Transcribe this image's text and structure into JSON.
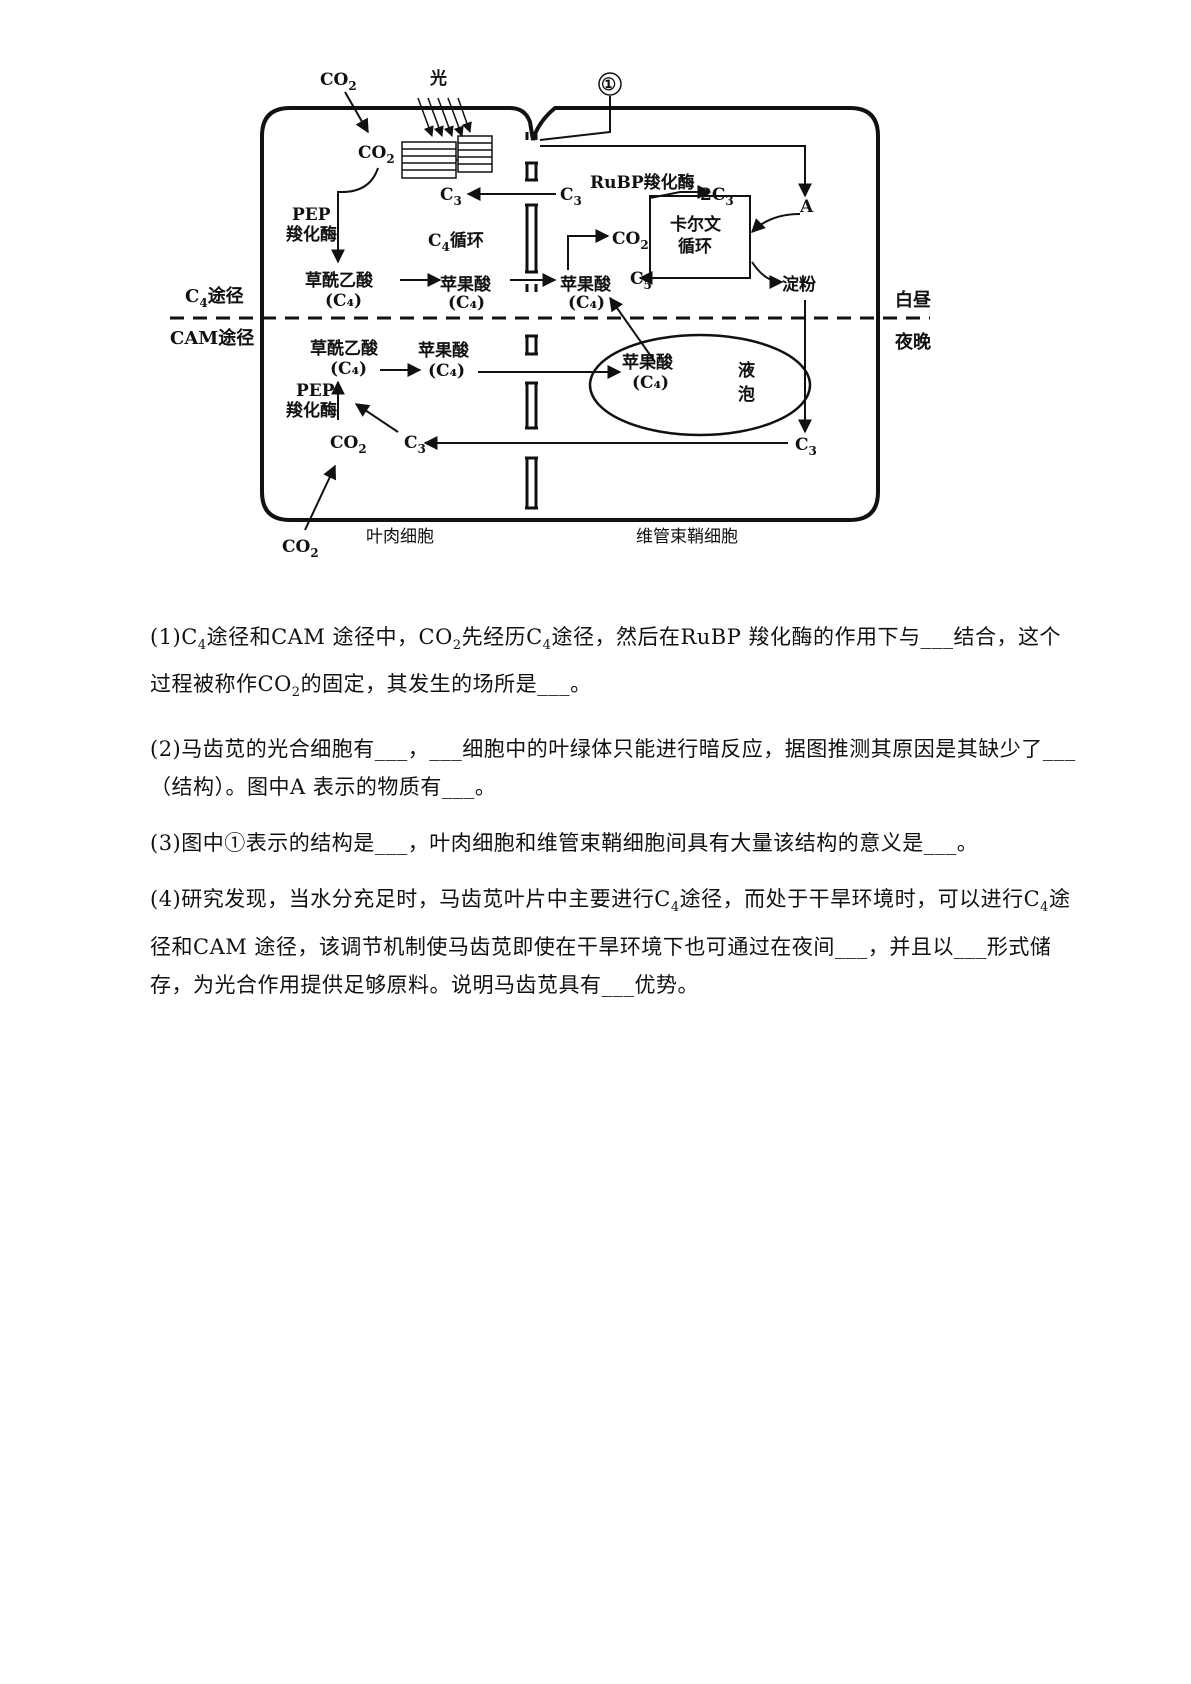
{
  "diagram": {
    "co2_outside_top": "CO",
    "co2_inside_top": "CO",
    "light": "光",
    "marker_1": "①",
    "pep_1a": "PEP",
    "pep_1b": "羧化酶",
    "c4_cycle": "循环",
    "c3_left": "C",
    "c3_mid": "C",
    "rubp": "RuBP羧化酶",
    "two_c3": "2C",
    "calvin_1": "卡尔文",
    "calvin_2": "循环",
    "a_label": "A",
    "co2_bundle": "CO",
    "c5": "C",
    "starch": "淀粉",
    "oaa_top": "草酰乙酸",
    "malate_top_1": "苹果酸",
    "malate_top_2": "苹果酸",
    "c4_paren": "(C₄)",
    "c4_path": "途径",
    "cam_path": "CAM途径",
    "day": "白昼",
    "night": "夜晚",
    "oaa_bottom": "草酰乙酸",
    "malate_bottom": "苹果酸",
    "malate_vacuole": "苹果酸",
    "vacuole_1": "液",
    "vacuole_2": "泡",
    "pep_2a": "PEP",
    "pep_2b": "羧化酶",
    "co2_bottom": "CO",
    "c3_bottom_left": "C",
    "c3_bottom_right": "C",
    "co2_outside_bottom": "CO",
    "mesophyll": "叶肉细胞",
    "bundle_sheath": "维管束鞘细胞"
  },
  "questions": {
    "q1": {
      "a": "(1)C",
      "s1": "4",
      "b": "途径和CAM  途径中，CO",
      "s2": "2",
      "c": "先经历C",
      "s3": "4",
      "d": "途径，然后在RuBP 羧化酶的作用下与___结合，这个过程被称作CO",
      "s4": "2",
      "e": "的固定，其发生的场所是___。"
    },
    "q2": "(2)马齿苋的光合细胞有___，___细胞中的叶绿体只能进行暗反应，据图推测其原因是其缺少了___（结构）。图中A 表示的物质有___。",
    "q3": "(3)图中①表示的结构是___，叶肉细胞和维管束鞘细胞间具有大量该结构的意义是___。",
    "q4": {
      "a": "(4)研究发现，当水分充足时，马齿苋叶片中主要进行C",
      "s1": "4",
      "b": "途径，而处于干旱环境时，可以进行C",
      "s2": "4",
      "c": "途径和CAM  途径，该调节机制使马齿苋即使在干旱环境下也可通过在夜间___，并且以___形式储存，为光合作用提供足够原料。说明马齿苋具有___优势。"
    }
  }
}
